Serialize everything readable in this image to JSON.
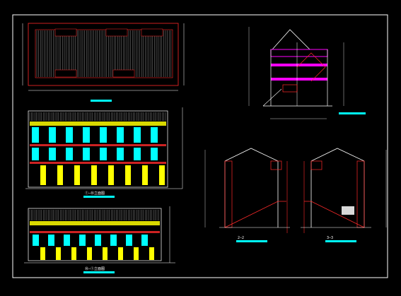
{
  "app": {
    "title": "CAD Drawing Sheet",
    "background": "#000000",
    "frame_color": "#ffffff"
  },
  "colors": {
    "red": "#ff2a2a",
    "magenta": "#ff00ff",
    "cyan": "#00ffff",
    "yellow": "#ffff00",
    "white": "#ffffff",
    "green": "#00ff00",
    "blue": "#0090ff",
    "orange": "#ff8000"
  },
  "views": {
    "roof_plan": {
      "caption": ""
    },
    "front_elevation": {
      "caption": "①—⑩立面图"
    },
    "rear_elevation": {
      "caption": "⑩—①立面图"
    },
    "section_1": {
      "caption": ""
    },
    "section_2": {
      "caption": "2—2"
    },
    "section_3": {
      "caption": "3—3"
    }
  }
}
